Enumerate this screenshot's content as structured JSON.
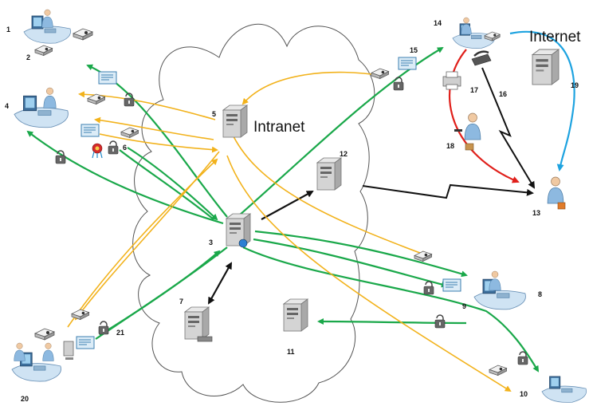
{
  "labels": {
    "intranet": "Intranet",
    "internet": "Internet"
  },
  "nodes": [
    {
      "id": "1",
      "label": "1"
    },
    {
      "id": "2",
      "label": "2"
    },
    {
      "id": "3",
      "label": "3"
    },
    {
      "id": "4",
      "label": "4"
    },
    {
      "id": "5",
      "label": "5"
    },
    {
      "id": "6",
      "label": "6"
    },
    {
      "id": "7",
      "label": "7"
    },
    {
      "id": "8",
      "label": "8"
    },
    {
      "id": "9",
      "label": "9"
    },
    {
      "id": "10",
      "label": "10"
    },
    {
      "id": "11",
      "label": "11"
    },
    {
      "id": "12",
      "label": "12"
    },
    {
      "id": "13",
      "label": "13"
    },
    {
      "id": "14",
      "label": "14"
    },
    {
      "id": "15",
      "label": "15"
    },
    {
      "id": "16",
      "label": "16"
    },
    {
      "id": "17",
      "label": "17"
    },
    {
      "id": "18",
      "label": "18"
    },
    {
      "id": "19",
      "label": "19"
    },
    {
      "id": "20",
      "label": "20"
    },
    {
      "id": "21",
      "label": "21"
    }
  ],
  "colors": {
    "green": "#1aa84a",
    "yellow": "#f2b21b",
    "black": "#111111",
    "red": "#e0201b",
    "blue": "#1ea3e0",
    "cloud_stroke": "#555555"
  }
}
